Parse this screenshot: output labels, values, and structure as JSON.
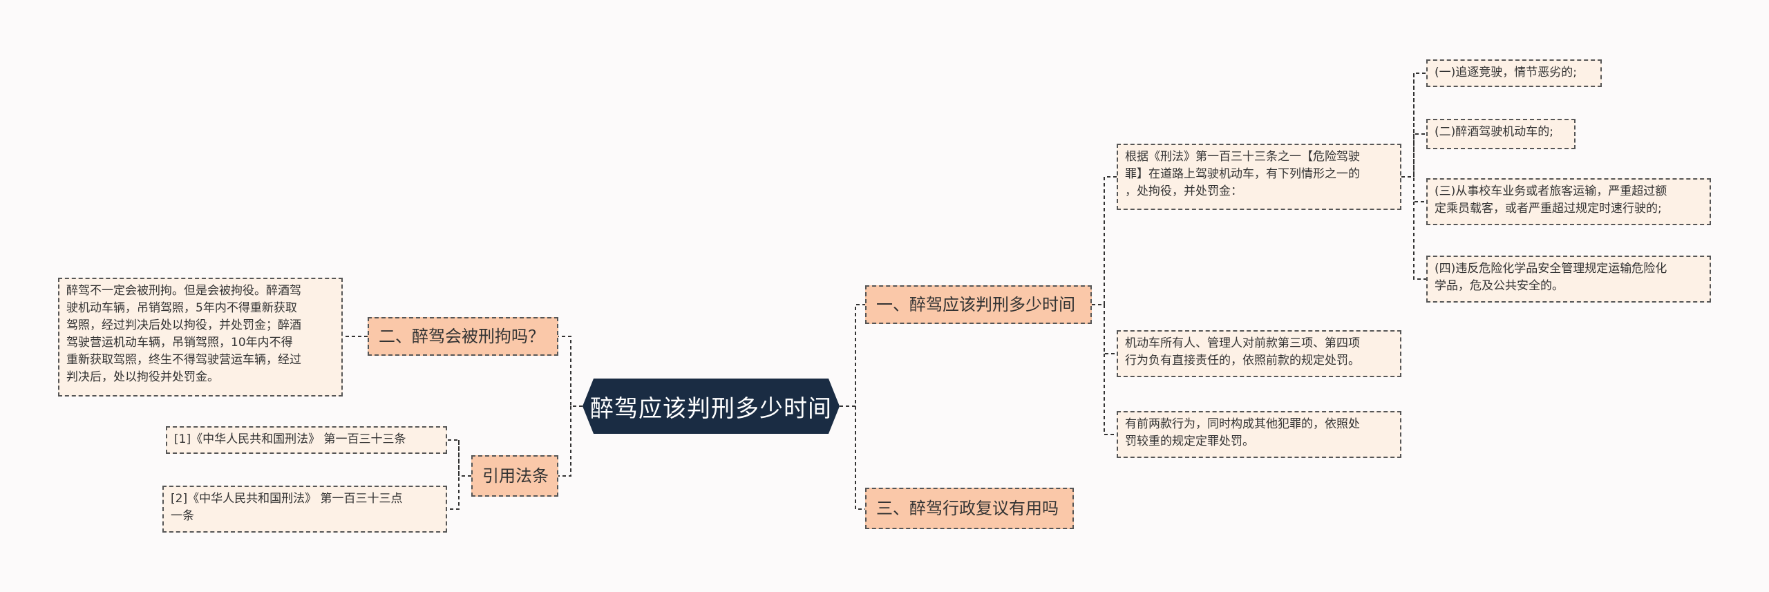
{
  "root": {
    "label": "醉驾应该判刑多少时间"
  },
  "branches": {
    "b1": {
      "label": "一、醉驾应该判刑多少时间"
    },
    "b2": {
      "label": "二、醉驾会被刑拘吗？"
    },
    "b3": {
      "label": "三、醉驾行政复议有用吗"
    },
    "b4": {
      "label": "引用法条"
    }
  },
  "leaves": {
    "law_main": {
      "lines": [
        "根据《刑法》第一百三十三条之一【危险驾驶",
        "罪】在道路上驾驶机动车，有下列情形之一的",
        "，处拘役，并处罚金："
      ]
    },
    "item1": {
      "lines": [
        "(一)追逐竞驶，情节恶劣的;"
      ]
    },
    "item2": {
      "lines": [
        "(二)醉酒驾驶机动车的;"
      ]
    },
    "item3": {
      "lines": [
        "(三)从事校车业务或者旅客运输，严重超过额",
        "定乘员载客，或者严重超过规定时速行驶的;"
      ]
    },
    "item4": {
      "lines": [
        "(四)违反危险化学品安全管理规定运输危险化",
        "学品，危及公共安全的。"
      ]
    },
    "owner": {
      "lines": [
        "机动车所有人、管理人对前款第三项、第四项",
        "行为负有直接责任的，依照前款的规定处罚。"
      ]
    },
    "combined": {
      "lines": [
        "有前两款行为，同时构成其他犯罪的，依照处",
        "罚较重的规定定罪处罚。"
      ]
    },
    "detention": {
      "lines": [
        "醉驾不一定会被刑拘。但是会被拘役。醉酒驾",
        "驶机动车辆，吊销驾照，5年内不得重新获取",
        "驾照，经过判决后处以拘役，并处罚金；醉酒",
        "驾驶营运机动车辆，吊销驾照，10年内不得",
        "重新获取驾照，终生不得驾驶营运车辆，经过",
        "判决后，处以拘役并处罚金。"
      ]
    },
    "ref1": {
      "lines": [
        "[1]《中华人民共和国刑法》 第一百三十三条"
      ]
    },
    "ref2": {
      "lines": [
        "[2]《中华人民共和国刑法》 第一百三十三点",
        "一条"
      ]
    }
  }
}
